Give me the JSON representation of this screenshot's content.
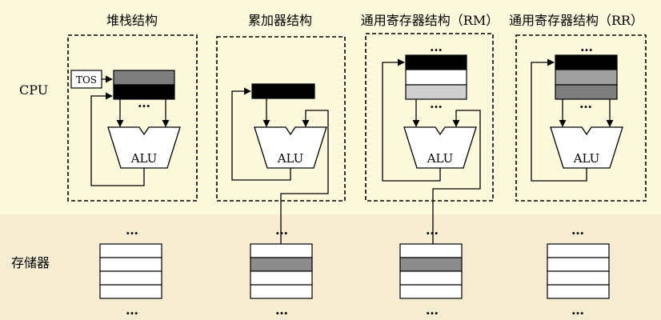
{
  "labels": {
    "cpu": "CPU",
    "memory": "存储器"
  },
  "architectures": [
    {
      "title": "堆栈结构",
      "alu": "ALU",
      "tos": "TOS"
    },
    {
      "title": "累加器结构",
      "alu": "ALU"
    },
    {
      "title": "通用寄存器结构（RM）",
      "alu": "ALU"
    },
    {
      "title": "通用寄存器结构（RR）",
      "alu": "ALU"
    }
  ],
  "ellipsis": "…",
  "colors": {
    "cpu_band": "#fdf9dc",
    "memory_band": "#f6ecd2",
    "black": "#000000",
    "dark_gray": "#7f7f7f",
    "mid_gray": "#a0a0a0",
    "light_gray": "#cfcfcf",
    "white": "#ffffff"
  }
}
